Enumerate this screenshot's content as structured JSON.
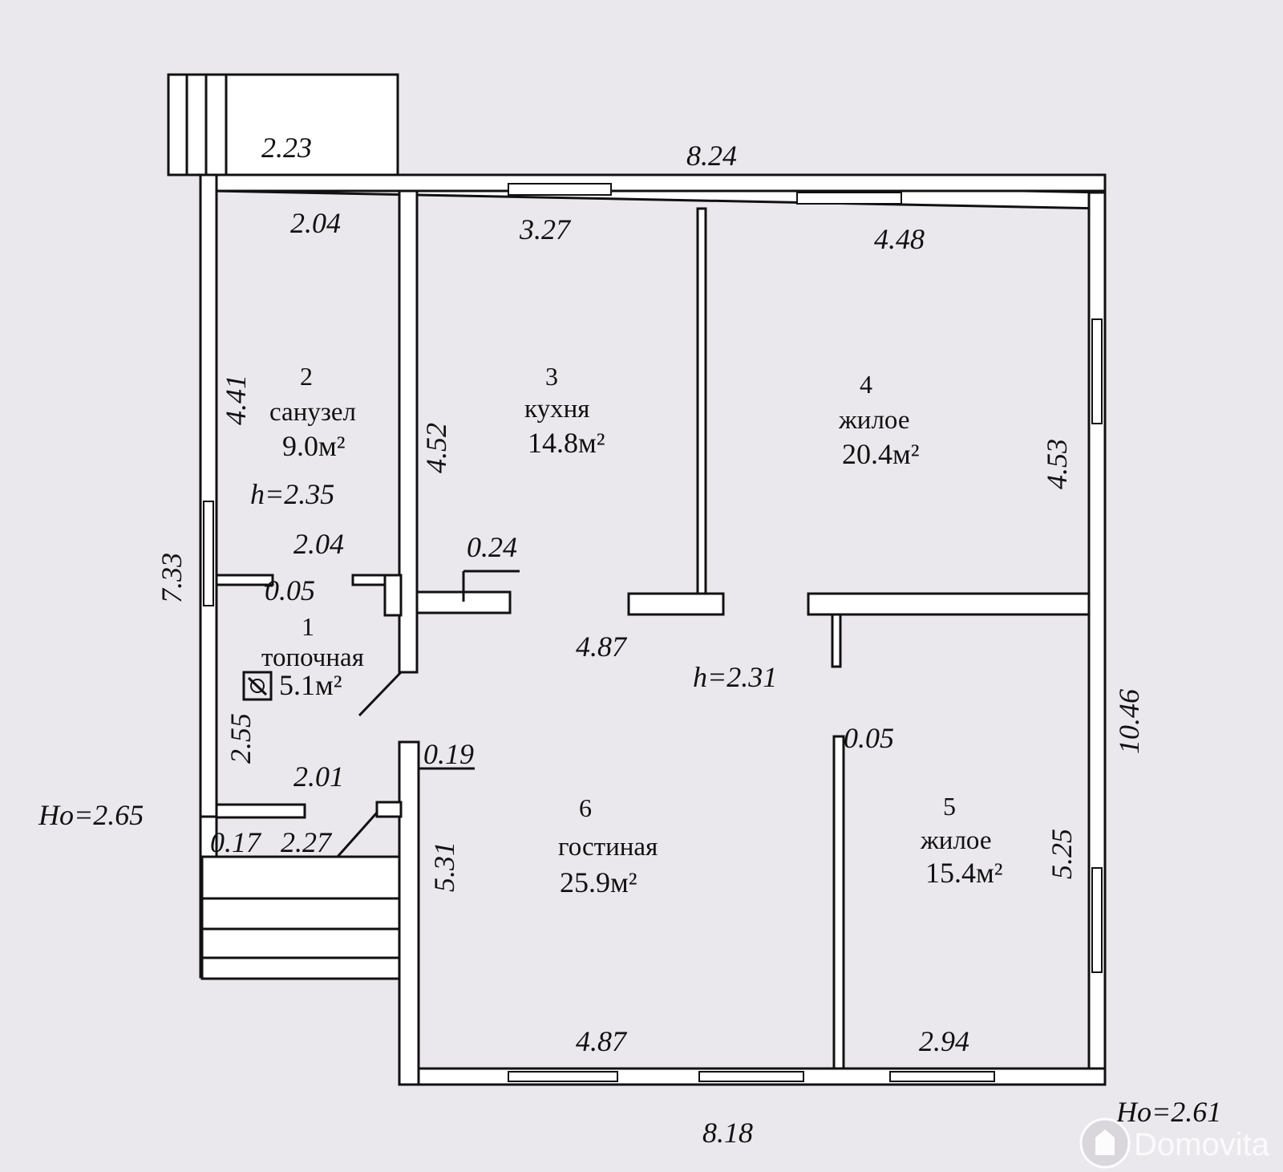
{
  "dimensions": {
    "porch_top": "2.23",
    "overall_top": "8.24",
    "bath_top": "2.04",
    "kitchen_top": "3.27",
    "room4_top": "4.48",
    "bath_side": "4.41",
    "kitchen_side": "4.52",
    "room4_side": "4.53",
    "bath_bottom": "2.04",
    "partition_024": "0.24",
    "partition_005_a": "0.05",
    "hall_width": "4.87",
    "left_overall": "7.33",
    "right_overall": "10.46",
    "boiler_side": "2.55",
    "boiler_bottom": "2.01",
    "partition_019": "0.19",
    "partition_005_b": "0.05",
    "entry_017": "0.17",
    "entry_227": "2.27",
    "living_side": "5.31",
    "room5_side": "5.25",
    "living_bottom": "4.87",
    "room5_bottom": "2.94",
    "overall_bottom": "8.18"
  },
  "heights": {
    "bath_h": "h=2.35",
    "hall_h": "h=2.31",
    "ho_left": "Ho=2.65",
    "ho_right": "Ho=2.61"
  },
  "rooms": [
    {
      "num": "1",
      "name": "топочная",
      "area": "5.1м²"
    },
    {
      "num": "2",
      "name": "санузел",
      "area": "9.0м²"
    },
    {
      "num": "3",
      "name": "кухня",
      "area": "14.8м²"
    },
    {
      "num": "4",
      "name": "жилое",
      "area": "20.4м²"
    },
    {
      "num": "5",
      "name": "жилое",
      "area": "15.4м²"
    },
    {
      "num": "6",
      "name": "гостиная",
      "area": "25.9м²"
    }
  ],
  "watermark": {
    "text": "Domovita"
  }
}
